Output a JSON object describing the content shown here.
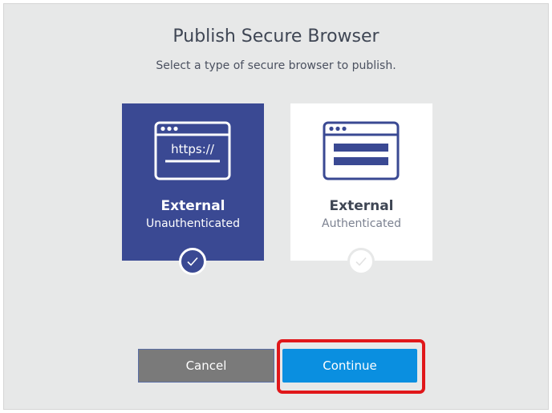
{
  "dialog": {
    "title": "Publish Secure Browser",
    "subtitle": "Select a type of secure browser to publish."
  },
  "options": [
    {
      "name": "External",
      "sub": "Unauthenticated",
      "icon": "browser-https-icon",
      "icon_text": "https://",
      "selected": true
    },
    {
      "name": "External",
      "sub": "Authenticated",
      "icon": "browser-login-icon",
      "selected": false
    }
  ],
  "buttons": {
    "cancel": "Cancel",
    "continue": "Continue"
  },
  "colors": {
    "selected_card": "#3a4993",
    "continue_button": "#0a8fe0",
    "cancel_button": "#7a7a7a",
    "highlight": "#e0171a",
    "background": "#e7e8e8"
  }
}
